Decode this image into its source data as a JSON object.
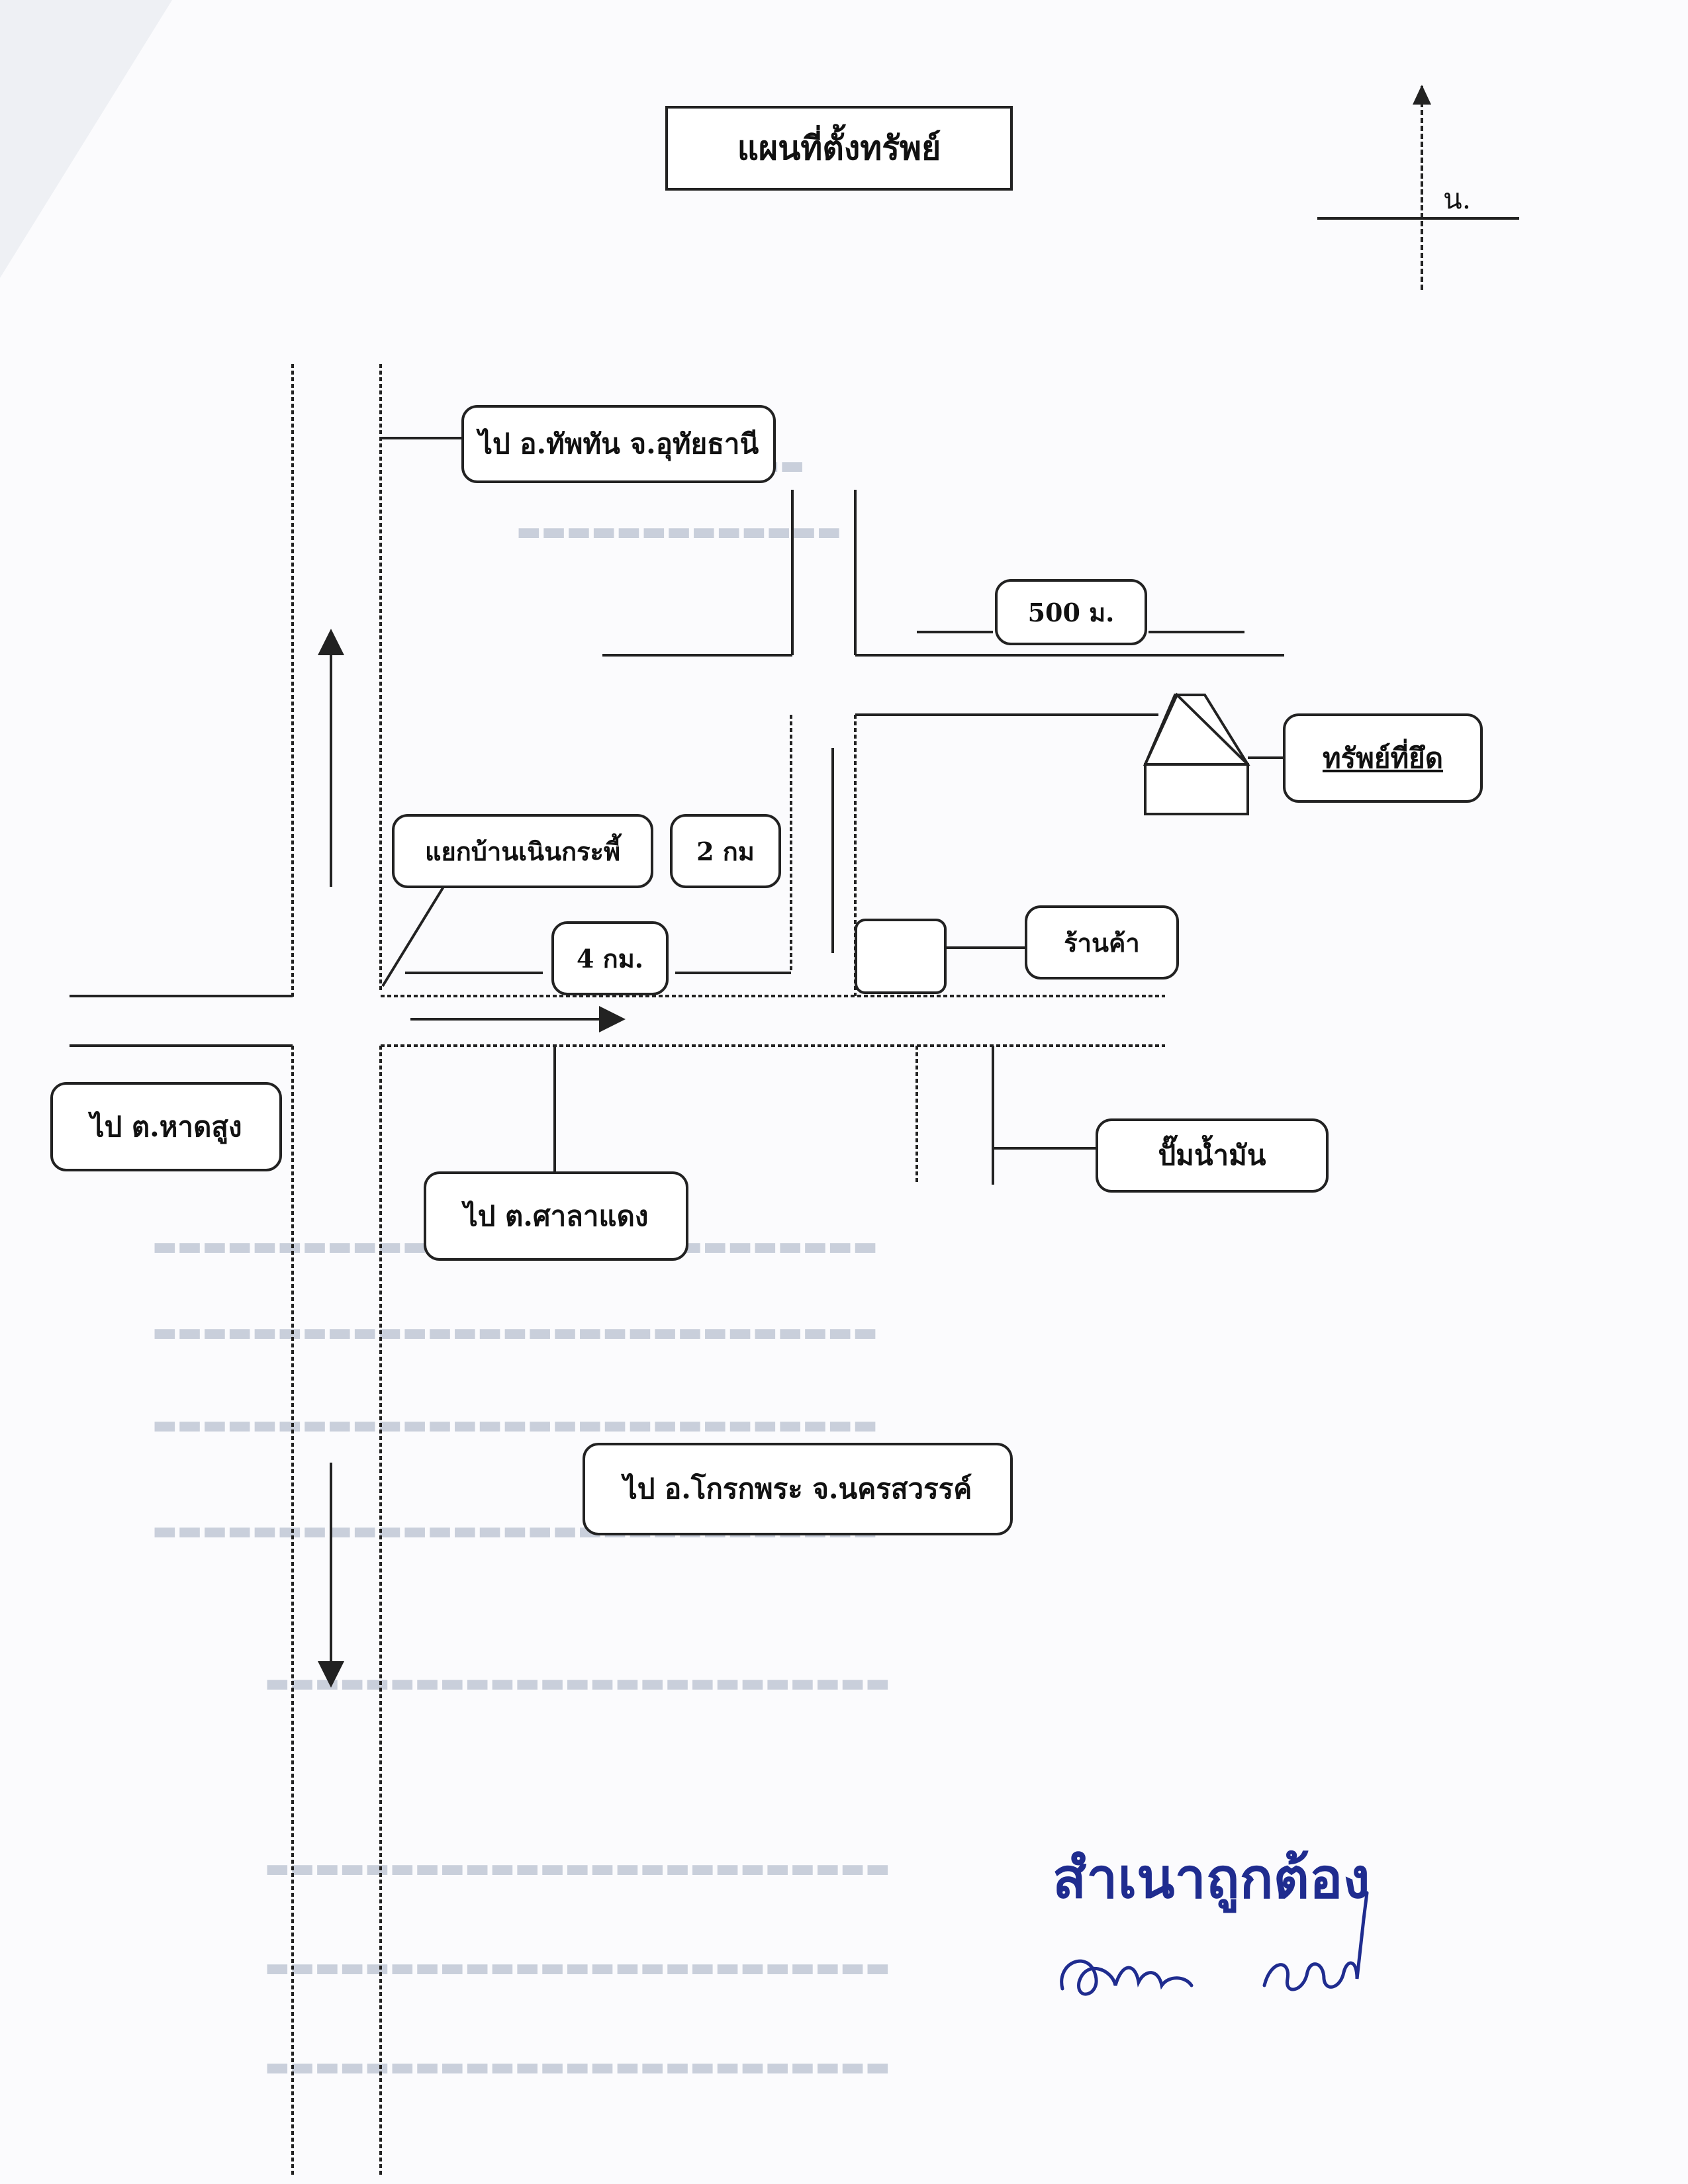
{
  "map": {
    "title": "แผนที่ตั้งทรัพย์",
    "north_label": "น.",
    "labels": {
      "to_thapthan": "ไป อ.ทัพทัน จ.อุทัยธานี",
      "distance_500m": "500 ม.",
      "seized_property": "ทรัพย์ที่ยึด",
      "junction_ban_noen_krapho": "แยกบ้านเนินกระพี้",
      "distance_2km": "2 กม",
      "distance_4km": "4 กม.",
      "shop": "ร้านค้า",
      "to_hat_sung": "ไป ต.หาดสูง",
      "gas_station": "ปั๊มน้ำมัน",
      "to_sala_daeng": "ไป ต.ศาลาแดง",
      "to_krok_phra": "ไป อ.โกรกพระ จ.นครสวรรค์"
    }
  },
  "stamp": {
    "text": "สำเนาถูกต้อง",
    "ink_color": "#1f2c8f"
  }
}
